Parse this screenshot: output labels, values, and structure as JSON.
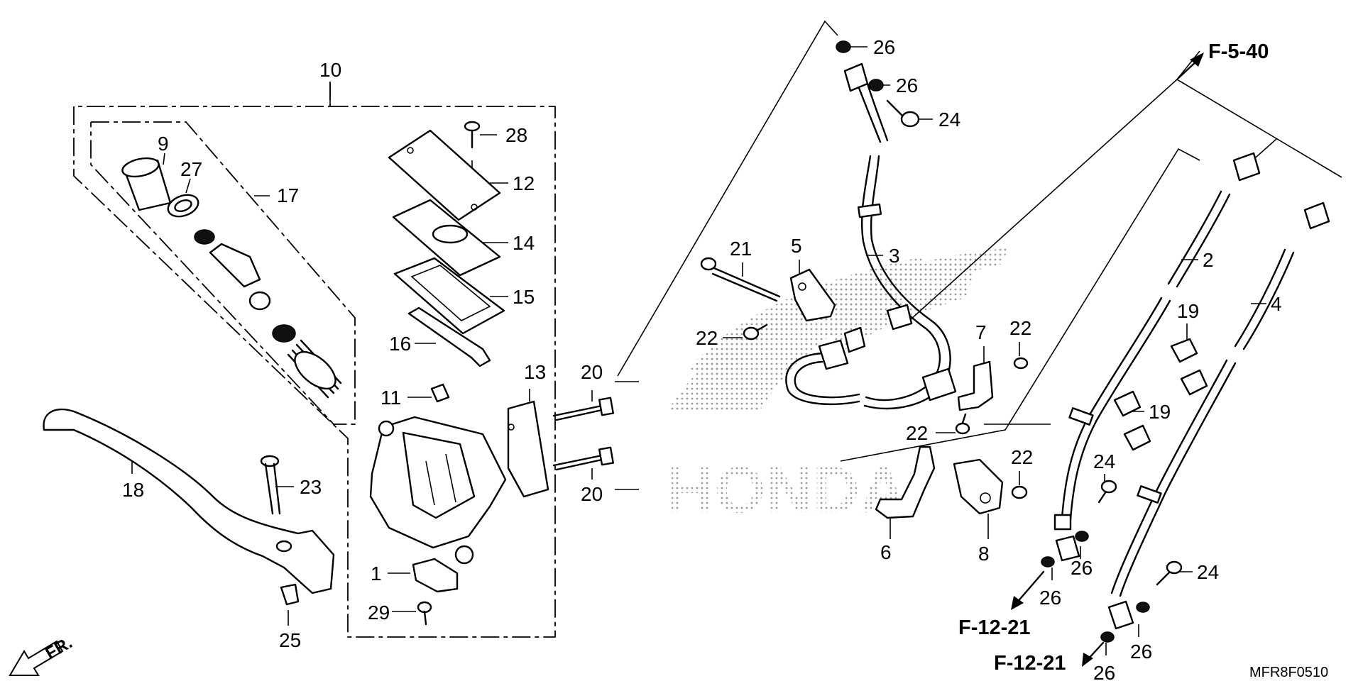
{
  "callouts": {
    "c1": "1",
    "c2": "2",
    "c3": "3",
    "c4": "4",
    "c5": "5",
    "c6": "6",
    "c7": "7",
    "c8": "8",
    "c9": "9",
    "c10": "10",
    "c11": "11",
    "c12": "12",
    "c13": "13",
    "c14": "14",
    "c15": "15",
    "c16": "16",
    "c17": "17",
    "c18": "18",
    "c19a": "19",
    "c19b": "19",
    "c20a": "20",
    "c20b": "20",
    "c21": "21",
    "c22a": "22",
    "c22b": "22",
    "c22c": "22",
    "c22d": "22",
    "c23": "23",
    "c24a": "24",
    "c24b": "24",
    "c24c": "24",
    "c25": "25",
    "c26a": "26",
    "c26b": "26",
    "c26c": "26",
    "c26d": "26",
    "c26e": "26",
    "c26f": "26",
    "c27": "27",
    "c28": "28",
    "c29": "29"
  },
  "references": {
    "top": "F-5-40",
    "bottom_a": "F-12-21",
    "bottom_b": "F-12-21"
  },
  "brand_watermark": "HONDA",
  "direction_label": "FR.",
  "diagram_code": "MFR8F0510",
  "colors": {
    "ink": "#000000",
    "background": "#ffffff",
    "watermark": "#bcbcbc"
  }
}
